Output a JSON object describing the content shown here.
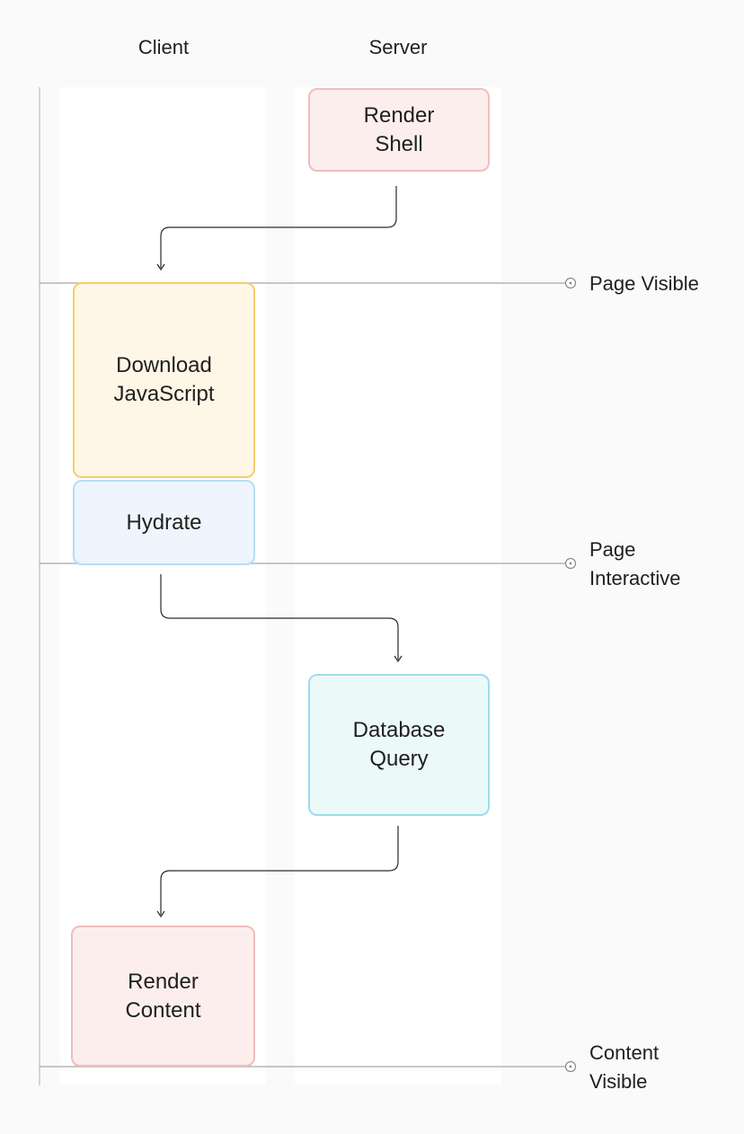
{
  "lanes": {
    "client": "Client",
    "server": "Server"
  },
  "steps": {
    "render_shell": "Render\nShell",
    "download_js": "Download\nJavaScript",
    "hydrate": "Hydrate",
    "database_query": "Database\nQuery",
    "render_content": "Render\nContent"
  },
  "markers": {
    "page_visible": "Page Visible",
    "page_interactive": "Page\nInteractive",
    "content_visible": "Content\nVisible"
  },
  "colors": {
    "pink_fill": "#fdeeee",
    "yellow_fill": "#fef6e6",
    "blue_fill": "#eef5fd",
    "teal_fill": "#ebfaf8"
  }
}
